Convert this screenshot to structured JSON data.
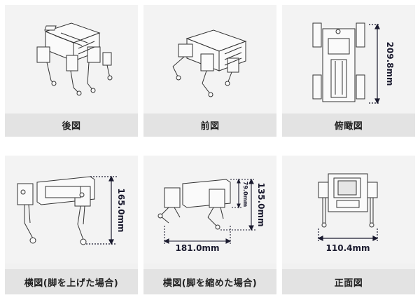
{
  "views": [
    {
      "caption": "後図"
    },
    {
      "caption": "前図"
    },
    {
      "caption": "俯瞰図",
      "dimension": "209.8mm"
    },
    {
      "caption": "横図(脚を上げた場合)",
      "dimension": "165.0mm"
    },
    {
      "caption": "横図(脚を縮めた場合)",
      "dimension_height": "135.0mm",
      "dimension_body": "79.0mm",
      "dimension_length": "181.0mm"
    },
    {
      "caption": "正面図",
      "dimension": "110.4mm"
    }
  ],
  "colors": {
    "card_bg": "#f3f3f3",
    "label_bg": "#e3e3e3",
    "line": "#333333",
    "dimension": "#1a1a2e"
  }
}
